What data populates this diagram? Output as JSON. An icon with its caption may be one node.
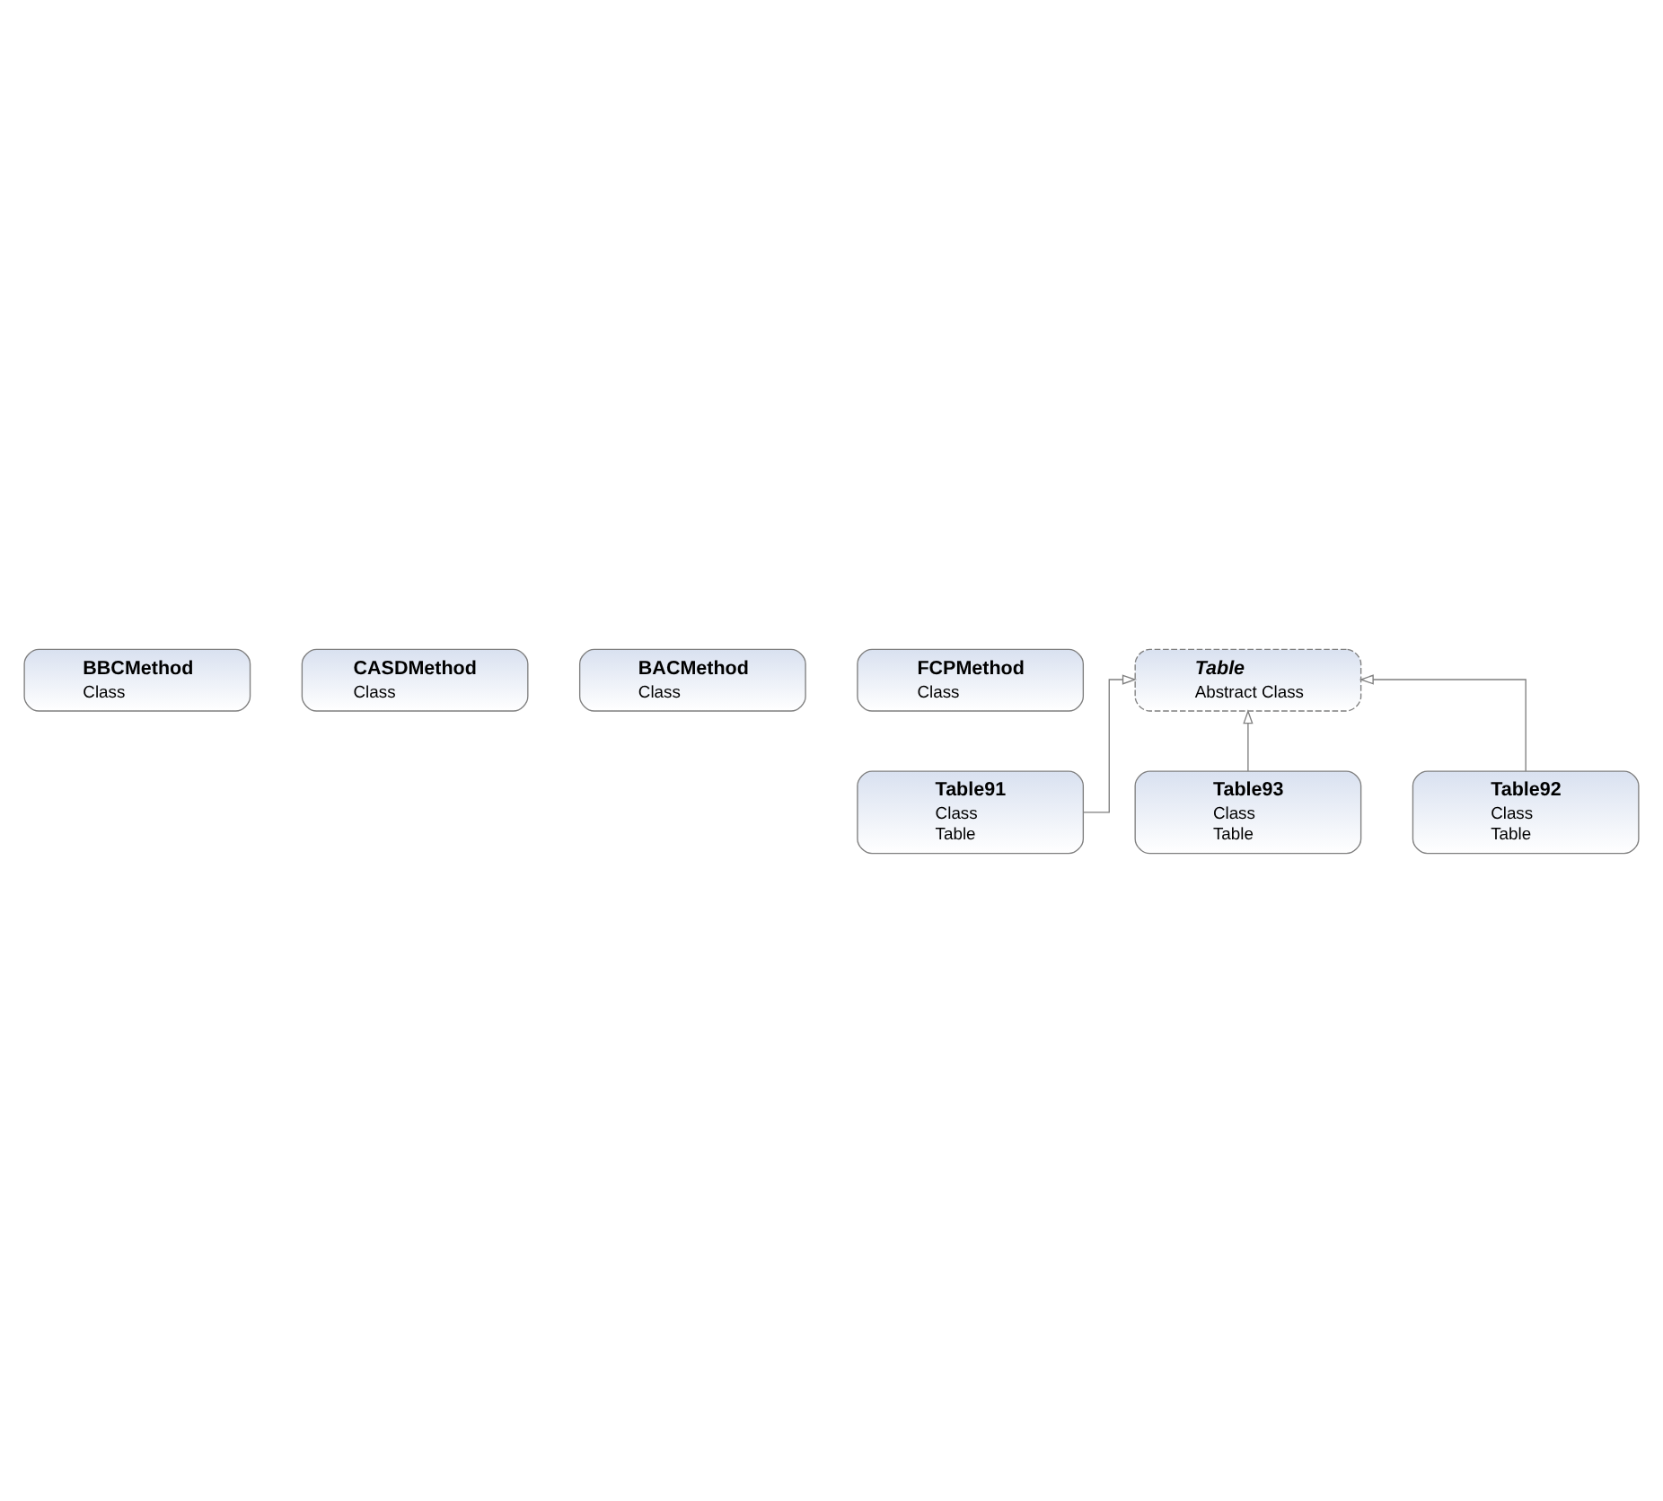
{
  "diagram": {
    "nodes": [
      {
        "text": [
          "BBCMethod",
          "Class"
        ]
      },
      {
        "text": [
          "CASDMethod",
          "Class"
        ]
      },
      {
        "text": [
          "BACMethod",
          "Class"
        ]
      },
      {
        "text": [
          "FCPMethod",
          "Class"
        ]
      },
      {
        "text": [
          "Table",
          "Abstract Class"
        ]
      },
      {
        "text": [
          "Table91",
          "Class",
          "Table"
        ]
      },
      {
        "text": [
          "Table93",
          "Class",
          "Table"
        ]
      },
      {
        "text": [
          "Table92",
          "Class",
          "Table"
        ]
      }
    ],
    "edges": [
      {
        "from": 5,
        "to": 4,
        "arrow": "to"
      },
      {
        "from": 6,
        "to": 4,
        "arrow": "to"
      },
      {
        "from": 7,
        "to": 4,
        "arrow": "to"
      }
    ]
  }
}
